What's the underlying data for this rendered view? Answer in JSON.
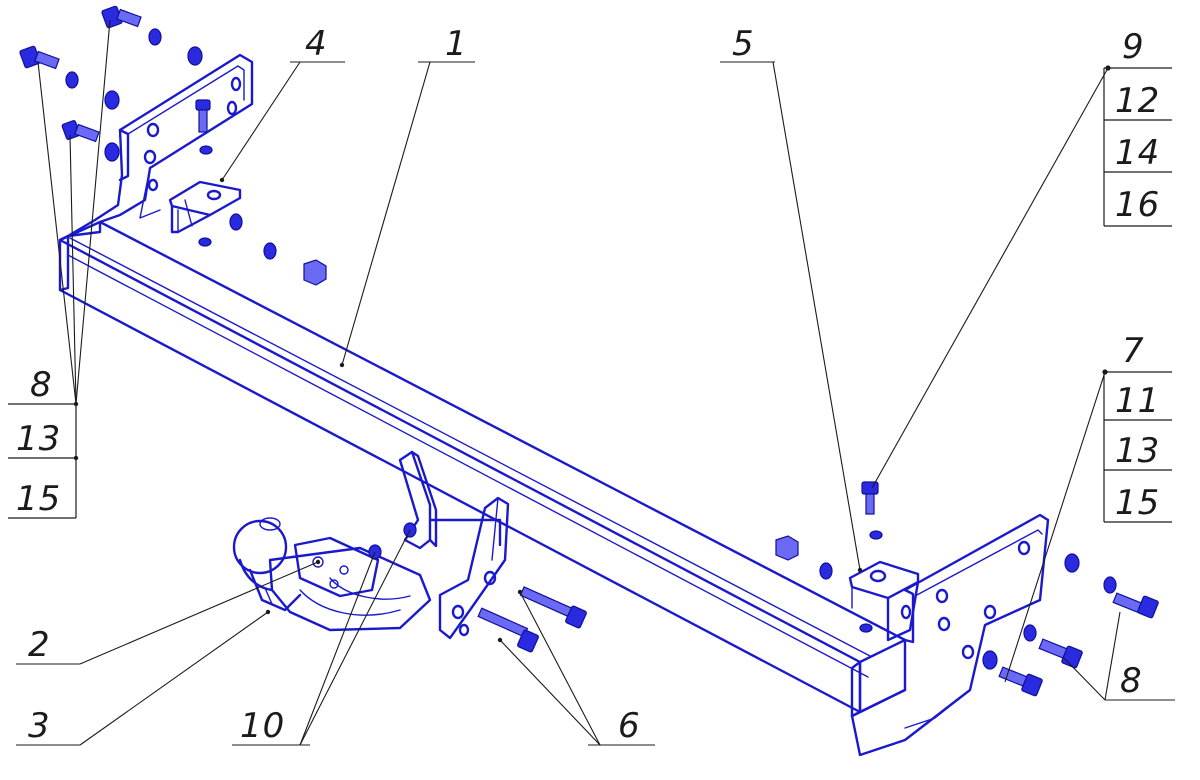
{
  "callouts": {
    "c1": "1",
    "c2": "2",
    "c3": "3",
    "c4": "4",
    "c5": "5",
    "c6": "6",
    "c7": "7",
    "c8_left": "8",
    "c8_right": "8",
    "c9": "9",
    "c10": "10",
    "c11": "11",
    "c12": "12",
    "c13_left": "13",
    "c13_right": "13",
    "c14": "14",
    "c15_left": "15",
    "c15_right": "15",
    "c16": "16"
  },
  "colors": {
    "part_stroke": "#1a1acc",
    "hardware_fill": "#2a2ae0",
    "leader_line": "#1b1b1b",
    "background": "#ffffff"
  }
}
